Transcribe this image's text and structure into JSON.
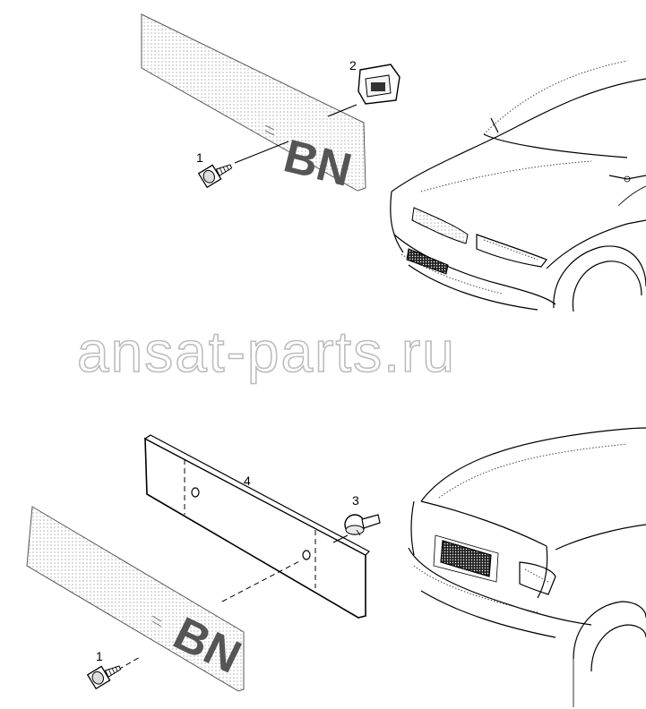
{
  "watermark": "ansat-parts.ru",
  "callouts": {
    "c1_top": "1",
    "c2": "2",
    "c1_bottom": "1",
    "c3": "3",
    "c4": "4"
  },
  "plates": {
    "top_text": "BN",
    "bottom_text": "BN"
  }
}
